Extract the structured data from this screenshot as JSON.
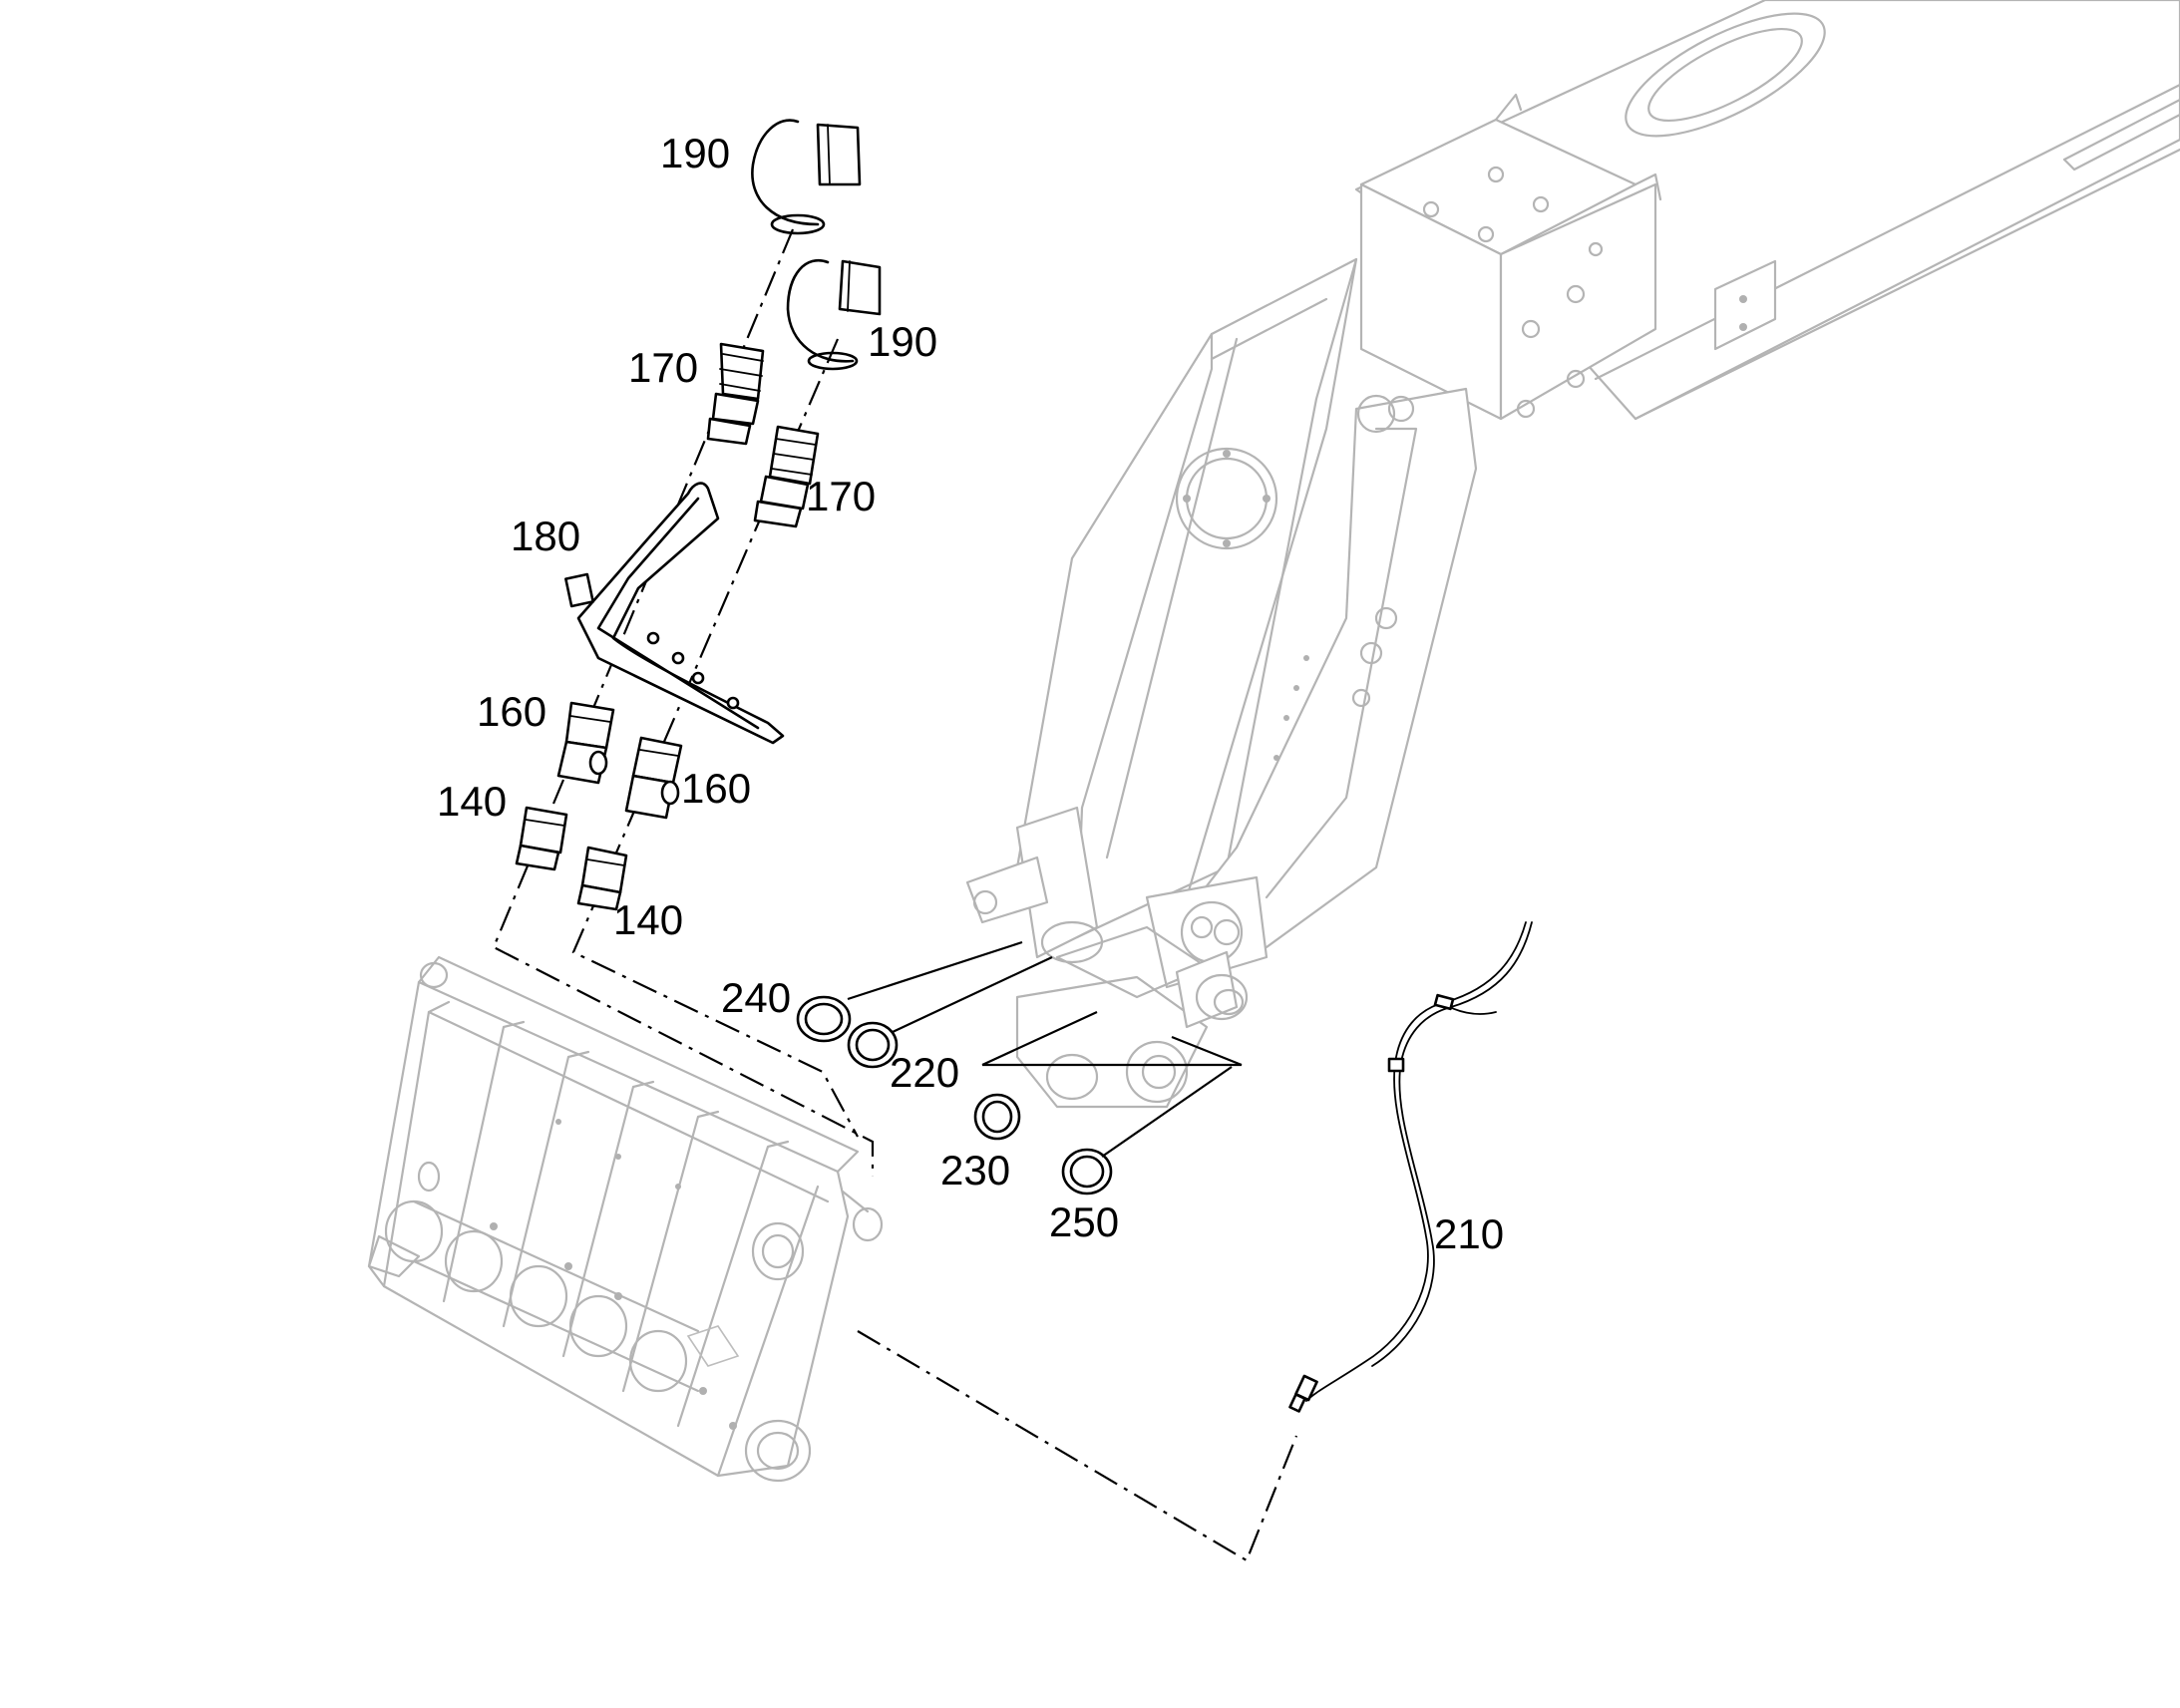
{
  "callouts": {
    "c190a": "190",
    "c190b": "190",
    "c170a": "170",
    "c170b": "170",
    "c180": "180",
    "c160a": "160",
    "c160b": "160",
    "c140a": "140",
    "c140b": "140",
    "c240": "240",
    "c220": "220",
    "c230": "230",
    "c250": "250",
    "c210": "210"
  },
  "colors": {
    "ink": "#000000",
    "ghost_lines": "#b4b4b4",
    "background": "#ffffff"
  }
}
